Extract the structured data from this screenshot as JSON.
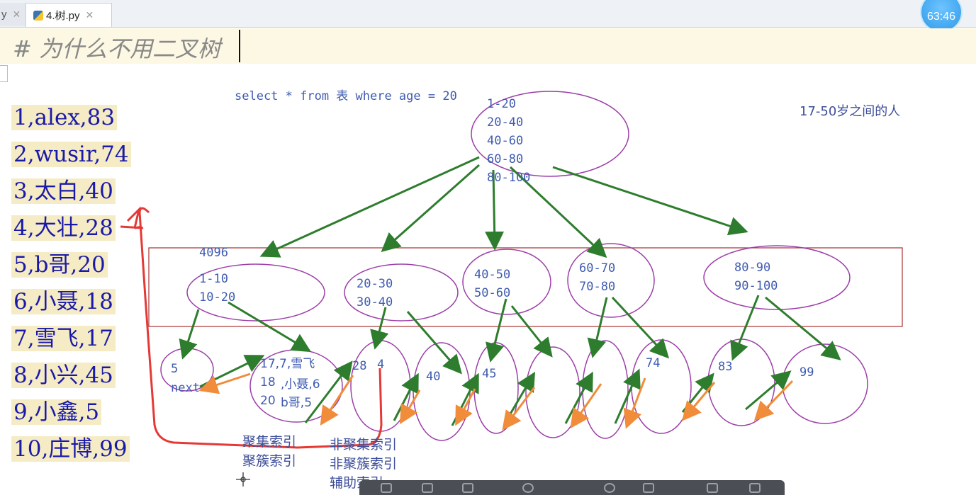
{
  "tabs": [
    {
      "label": "y",
      "close": "✕"
    },
    {
      "label": "4.树.py",
      "close": "✕"
    }
  ],
  "clock": "63:46",
  "editor": {
    "comment": "# 为什么不用二叉树"
  },
  "records": [
    "1,alex,83",
    "2,wusir,74",
    "3,太白,40",
    "4,大壮,28",
    "5,b哥,20",
    "6,小聂,18",
    "7,雪飞,17",
    "8,小兴,45",
    "9,小鑫,5",
    "10,庄博,99"
  ],
  "diagram": {
    "query": "select * from 表 where age = 20",
    "range_note": "17-50岁之间的人",
    "root_keys": "1-20\n20-40\n40-60\n60-80\n80-100",
    "page_size": "4096",
    "branch1": "1-10\n10-20",
    "branch2": "20-30\n30-40",
    "branch3": "40-50\n50-60",
    "branch4": "60-70\n70-80",
    "branch5": "80-90\n90-100",
    "leaf_5": "5",
    "leaf_next": "next",
    "leaf_rows_a": "17,7,雪飞\n18\n20",
    "leaf_rows_b": ",小聂,6\nb哥,5",
    "leaf_28": "28",
    "leaf_4": "4",
    "leaf_40": "40",
    "leaf_45": "45",
    "leaf_74": "74",
    "leaf_83": "83",
    "leaf_99": "99",
    "clustered_index": [
      "聚集索引",
      "聚簇索引"
    ],
    "nonclustered_index": [
      "非聚集索引",
      "非聚簇索引",
      "辅助索引"
    ]
  }
}
